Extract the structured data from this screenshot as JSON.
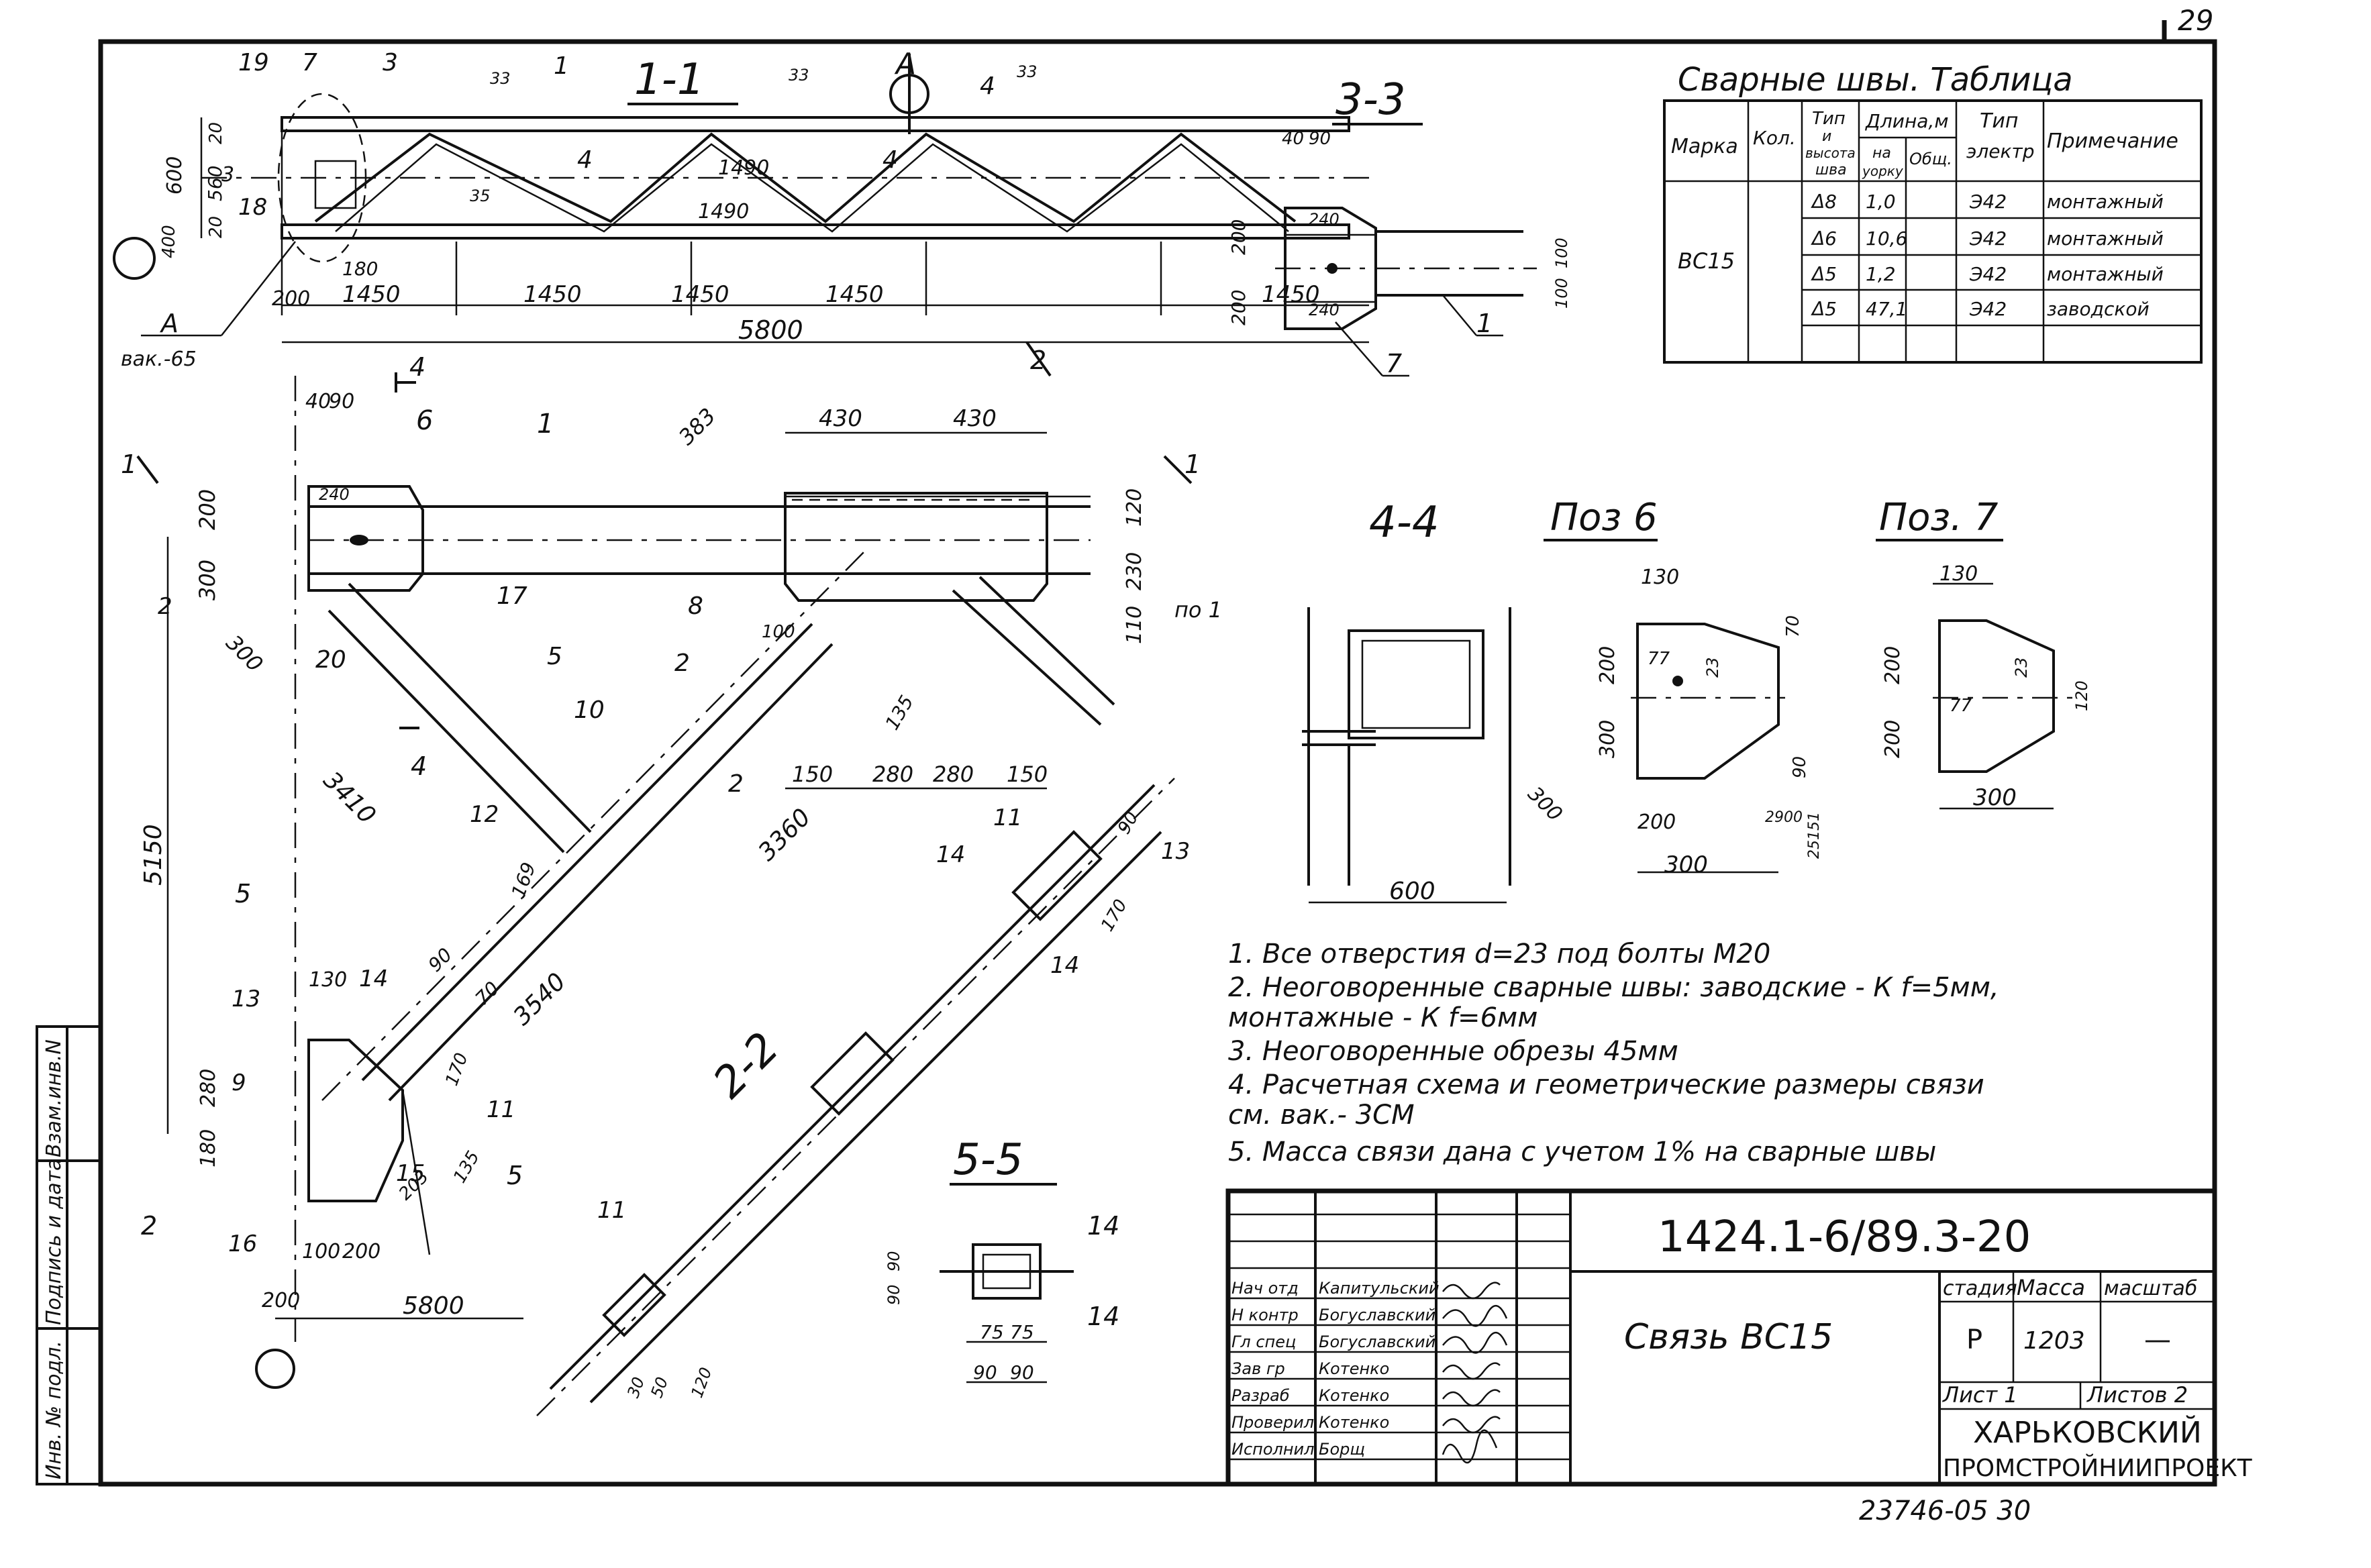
{
  "sheet": {
    "page_number": "29",
    "code": "1424.1-6/89.3-20",
    "title": "Связь ВС15",
    "organization": [
      "ХАРЬКОВСКИЙ",
      "ПРОМСТРОЙНИИПРОЕКТ"
    ],
    "footer": "23746-05  30",
    "stage_label": "стадия",
    "stage": "Р",
    "mass_label": "Масса",
    "mass": "1203",
    "scale_label": "масштаб",
    "scale": "—",
    "sheet_label": "Лист 1",
    "sheets_label": "Листов 2"
  },
  "side_stamp": [
    "Инв. № подл.",
    "Подпись и дата",
    "Взам.инв.N"
  ],
  "signatures": [
    {
      "role": "Нач отд",
      "name": "Капитульский"
    },
    {
      "role": "Н контр",
      "name": "Богуславский"
    },
    {
      "role": "Гл спец",
      "name": "Богуславский"
    },
    {
      "role": "Зав гр",
      "name": "Котенко"
    },
    {
      "role": "Разраб",
      "name": "Котенко"
    },
    {
      "role": "Проверил",
      "name": "Котенко"
    },
    {
      "role": "Исполнил",
      "name": "Борщ"
    }
  ],
  "weld_table": {
    "title": "Сварные швы. Таблица",
    "headers": {
      "mark": "Марка",
      "qty": "Кол.",
      "type": [
        "Тип",
        "и",
        "высота",
        "шва"
      ],
      "length": "Длина,м",
      "length_per": [
        "на",
        "уорку"
      ],
      "length_total": "Общ.",
      "electrode": [
        "Тип",
        "электр"
      ],
      "note": "Примечание"
    },
    "mark": "ВС15",
    "rows": [
      {
        "type": "Δ8",
        "len": "1,0",
        "el": "Э42",
        "note": "монтажный"
      },
      {
        "type": "Δ6",
        "len": "10,6",
        "el": "Э42",
        "note": "монтажный"
      },
      {
        "type": "Δ5",
        "len": "1,2",
        "el": "Э42",
        "note": "монтажный"
      },
      {
        "type": "Δ5",
        "len": "47,1",
        "el": "Э42",
        "note": "заводской"
      }
    ]
  },
  "notes": [
    "1. Все отверстия d=23 под болты М20",
    "2. Неоговоренные сварные швы: заводские - К f=5мм,",
    "    монтажные - К f=6мм",
    "3. Неоговоренные обрезы 45мм",
    "4. Расчетная схема и геометрические размеры связи",
    "    см. вак.- 3СМ",
    "5. Масса связи дана с учетом 1% на сварные швы"
  ],
  "section_labels": {
    "s11": "1-1",
    "s33": "3-3",
    "s44": "4-4",
    "s55": "5-5",
    "s22": "2-2",
    "poz6": "Поз 6",
    "poz7": "Поз. 7",
    "view_a": "A",
    "ref_a": "вак.-65"
  },
  "dims": {
    "top": [
      "600",
      "20",
      "560",
      "20",
      "400",
      "180",
      "1450",
      "1450",
      "1450",
      "1450",
      "1450",
      "1490",
      "1490",
      "5800",
      "200",
      "33",
      "35",
      "3"
    ],
    "main": [
      "40",
      "90",
      "200",
      "300",
      "300",
      "240",
      "20",
      "383",
      "430",
      "430",
      "120",
      "230",
      "110",
      "100",
      "150",
      "280",
      "280",
      "150",
      "135",
      "3410",
      "3360",
      "3540",
      "5150",
      "280",
      "180",
      "130",
      "100",
      "200",
      "5800",
      "200",
      "170",
      "135",
      "169",
      "90",
      "70",
      "100",
      "203"
    ],
    "s33": [
      "40",
      "90",
      "200",
      "200",
      "100",
      "100",
      "240",
      "240"
    ],
    "poz6": [
      "130",
      "70",
      "200",
      "23",
      "77",
      "300",
      "90",
      "300",
      "200",
      "300",
      "2900",
      "25151"
    ],
    "poz7": [
      "130",
      "200",
      "200",
      "23",
      "77",
      "120",
      "300"
    ],
    "s44": [
      "600"
    ],
    "s55": [
      "90",
      "90",
      "75",
      "75",
      "90",
      "90",
      "30",
      "50",
      "120"
    ],
    "s22": [
      "170",
      "90"
    ]
  },
  "pos": [
    "1",
    "2",
    "3",
    "4",
    "5",
    "6",
    "7",
    "8",
    "9",
    "10",
    "11",
    "12",
    "13",
    "14",
    "15",
    "16",
    "17",
    "18",
    "19",
    "20",
    "по 1"
  ]
}
